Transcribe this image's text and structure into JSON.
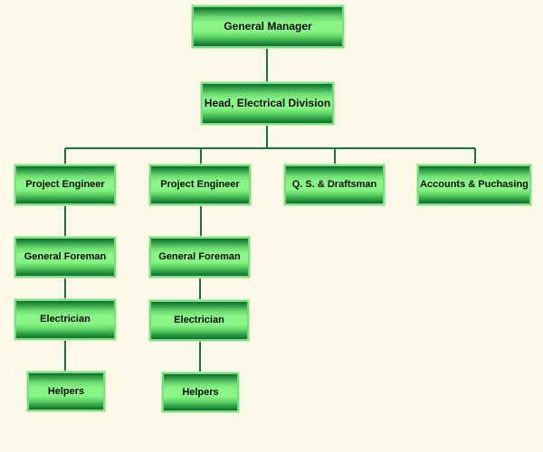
{
  "org_chart": {
    "nodes": {
      "general_manager": "General Manager",
      "head_electrical": "Head, Electrical Division",
      "project_engineer_1": "Project Engineer",
      "project_engineer_2": "Project Engineer",
      "qs_draftsman": "Q. S. & Draftsman",
      "accounts_puchasing": "Accounts & Puchasing",
      "general_foreman_1": "General Foreman",
      "general_foreman_2": "General Foreman",
      "electrician_1": "Electrician",
      "electrician_2": "Electrician",
      "helpers_1": "Helpers",
      "helpers_2": "Helpers"
    },
    "colors": {
      "background": "#fcf9e8",
      "node_fill": "#88f586",
      "node_border": "#7ddc7d",
      "connector": "#16734a"
    }
  }
}
